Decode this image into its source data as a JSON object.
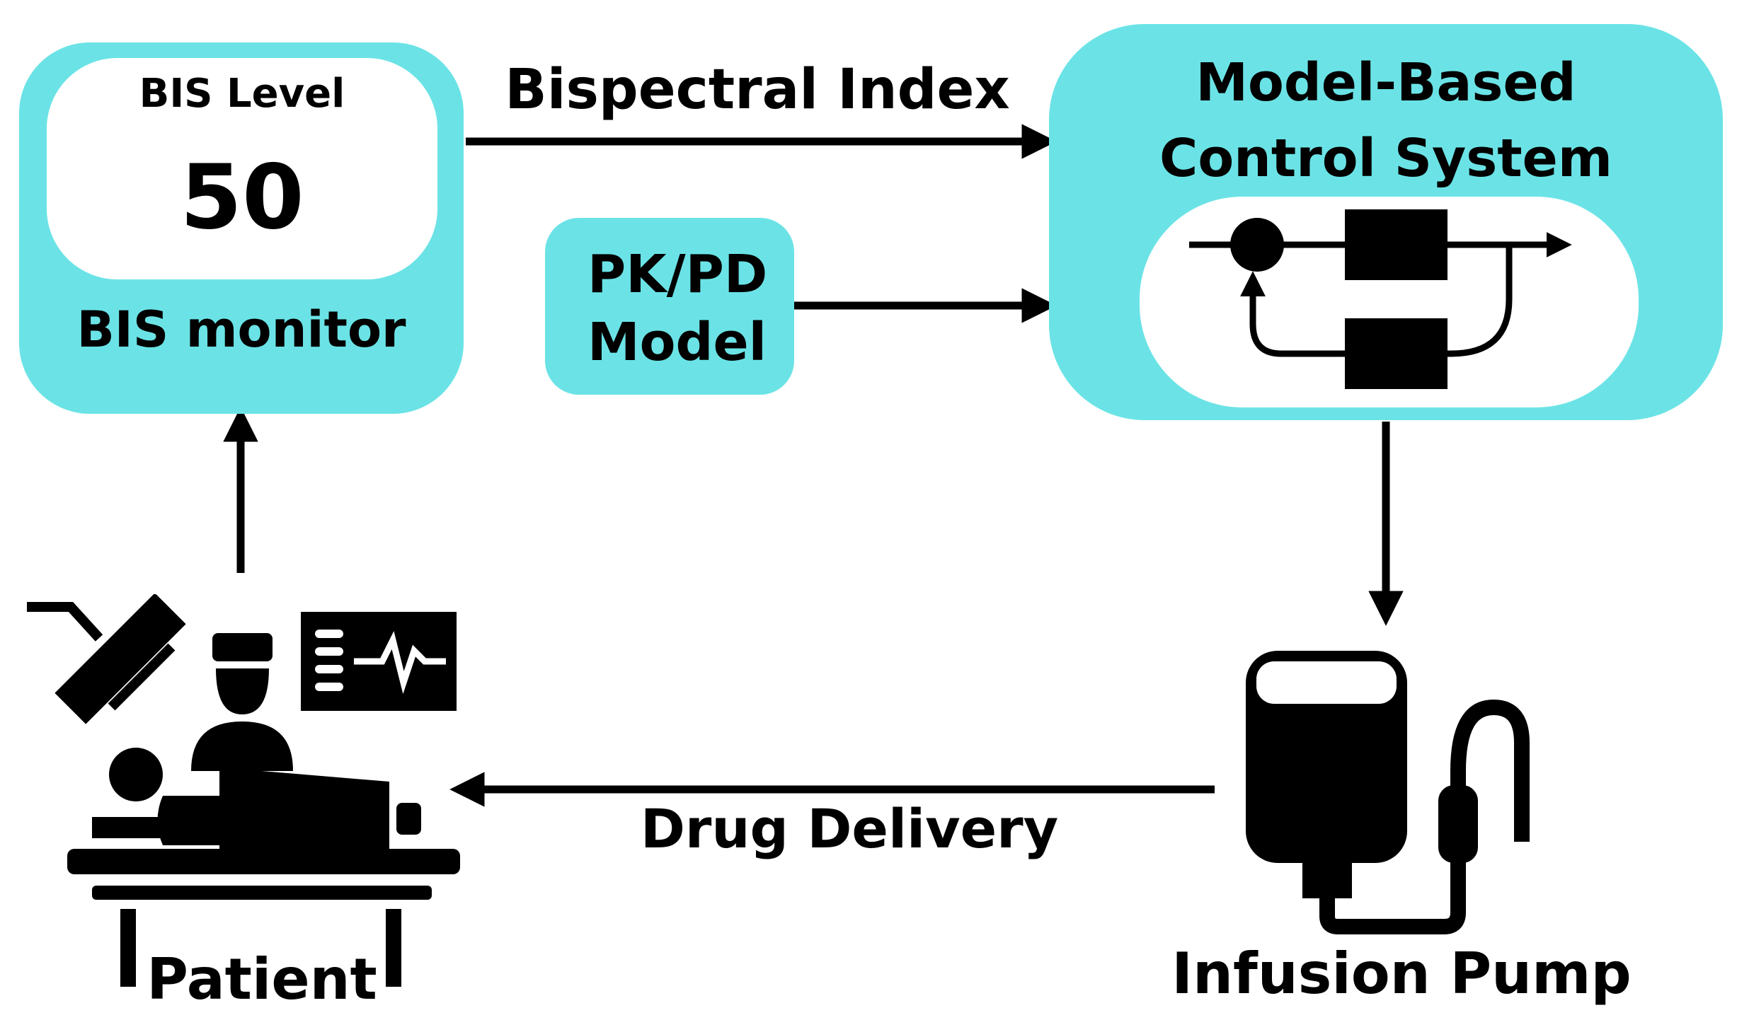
{
  "colors": {
    "accent": "#6be3e6",
    "ink": "#000000",
    "background": "#ffffff"
  },
  "bis_monitor": {
    "level_label": "BIS Level",
    "level_value": "50",
    "device_label": "BIS monitor"
  },
  "pkpd_model": {
    "label": "PK/PD Model"
  },
  "controller": {
    "title": "Model-Based Control System",
    "icon": "feedback-loop-icon"
  },
  "edges": {
    "bis_to_controller": "Bispectral Index",
    "pump_to_patient": "Drug Delivery"
  },
  "patient": {
    "label": "Patient",
    "icon": "patient-surgery-icon"
  },
  "infusion_pump": {
    "label": "Infusion Pump",
    "icon": "iv-bag-icon"
  }
}
